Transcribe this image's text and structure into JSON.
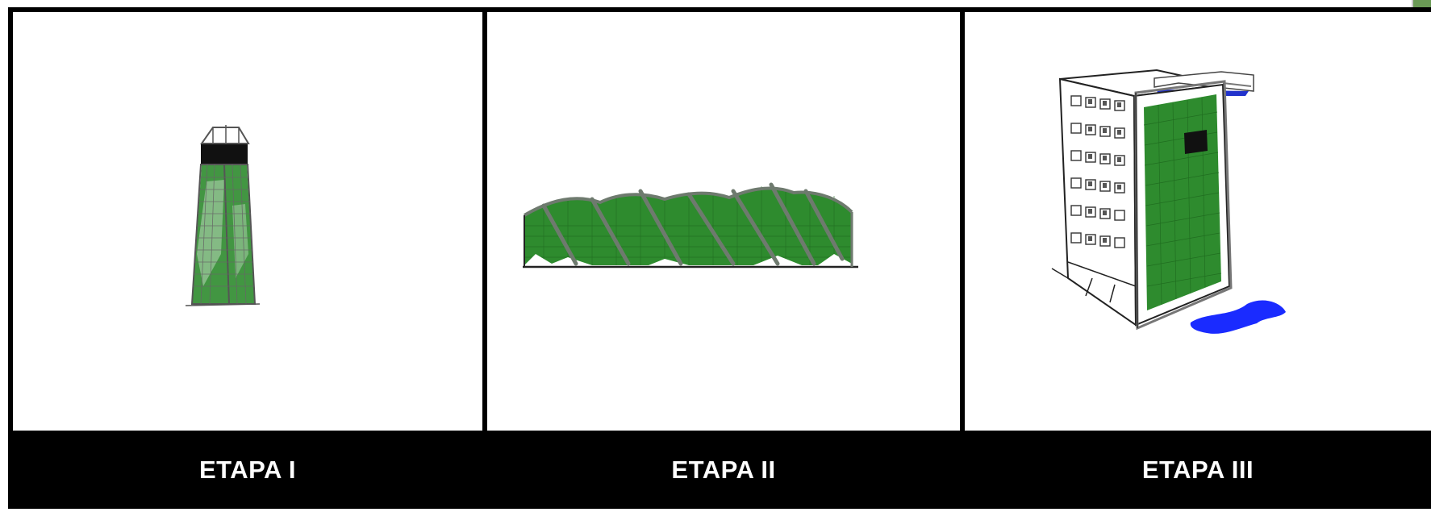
{
  "stages": [
    {
      "label": "ETAPA I",
      "illustration": "vertical-garden-tower"
    },
    {
      "label": "ETAPA II",
      "illustration": "green-vault-structure"
    },
    {
      "label": "ETAPA III",
      "illustration": "building-with-green-facade"
    }
  ],
  "colors": {
    "vegetation": "#2e8b2e",
    "vegetation_dark": "#1f6b1f",
    "frame": "#6b6b6b",
    "water": "#1a2bff",
    "caption_bar": "#000000",
    "caption_text": "#ffffff"
  }
}
